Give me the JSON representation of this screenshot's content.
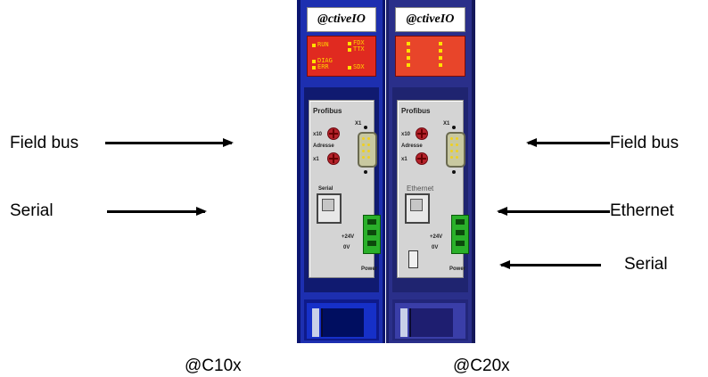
{
  "labels": {
    "left_fieldbus": "Field bus",
    "left_serial": "Serial",
    "right_fieldbus": "Field bus",
    "right_ethernet": "Ethernet",
    "right_serial": "Serial"
  },
  "captions": {
    "c10x": "@C10x",
    "c20x": "@C20x"
  },
  "devices": {
    "left": {
      "logo": "@ctiveIO",
      "leds": [
        "RUN",
        "FDX",
        "TTX",
        "DIAG",
        "ERR",
        "SDX"
      ],
      "bus": "Profibus",
      "connector": "X1",
      "rotary_x10": "x10",
      "rotary_adresse": "Adresse",
      "rotary_x1": "x1",
      "port_label": "Serial",
      "v24": "+24V",
      "v0": "0V",
      "power": "Power"
    },
    "right": {
      "logo": "@ctiveIO",
      "bus": "Profibus",
      "connector": "X1",
      "rotary_x10": "x10",
      "rotary_adresse": "Adresse",
      "rotary_x1": "x1",
      "port_label": "Ethernet",
      "v24": "+24V",
      "v0": "0V",
      "power": "Power"
    }
  },
  "colors": {
    "housing_left": "#1d2fb0",
    "housing_right": "#2a2f8a",
    "led_panel": "#e02a20",
    "terminal": "#2ab02a"
  }
}
